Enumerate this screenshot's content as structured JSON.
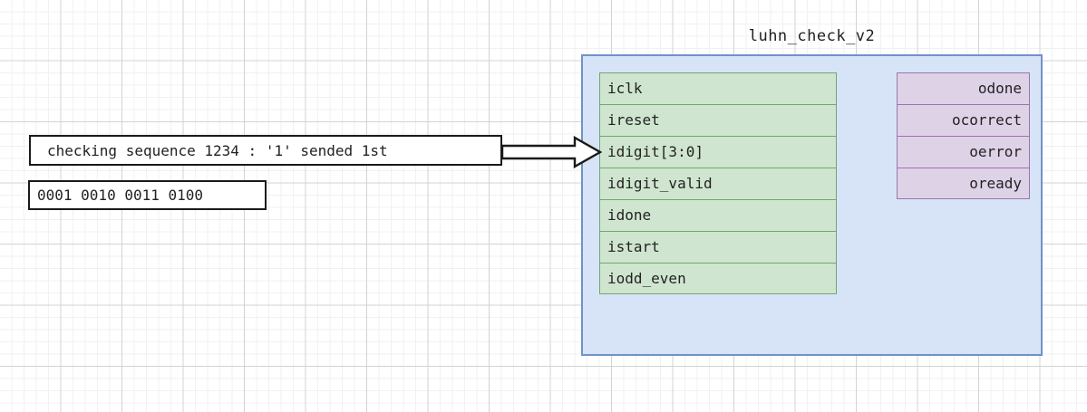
{
  "diagram": {
    "kind": "hdl-module-block-diagram",
    "module": {
      "title": "luhn_check_v2",
      "inputs": [
        {
          "name": "iclk"
        },
        {
          "name": "ireset"
        },
        {
          "name": "idigit[3:0]"
        },
        {
          "name": "idigit_valid"
        },
        {
          "name": "idone"
        },
        {
          "name": "istart"
        },
        {
          "name": "iodd_even"
        }
      ],
      "outputs": [
        {
          "name": "odone"
        },
        {
          "name": "ocorrect"
        },
        {
          "name": "oerror"
        },
        {
          "name": "oready"
        }
      ]
    },
    "notes": [
      {
        "id": "note-main",
        "text": "checking sequence 1234 : '1' sended 1st"
      },
      {
        "id": "note-bits",
        "text": "0001 0010 0011 0100"
      }
    ],
    "connector": {
      "label": "",
      "from": "note-main",
      "to": "idigit[3:0]",
      "style": "block-arrow"
    },
    "colors": {
      "module_fill": "#d7e4f7",
      "module_border": "#6f92c8",
      "input_fill": "#cfe5cf",
      "input_border": "#73a573",
      "output_fill": "#ded2e7",
      "output_border": "#9a76ab",
      "note_border": "#1a1a1a",
      "grid_minor": "#f1f1f1",
      "grid_major": "#d3d3d3"
    }
  }
}
